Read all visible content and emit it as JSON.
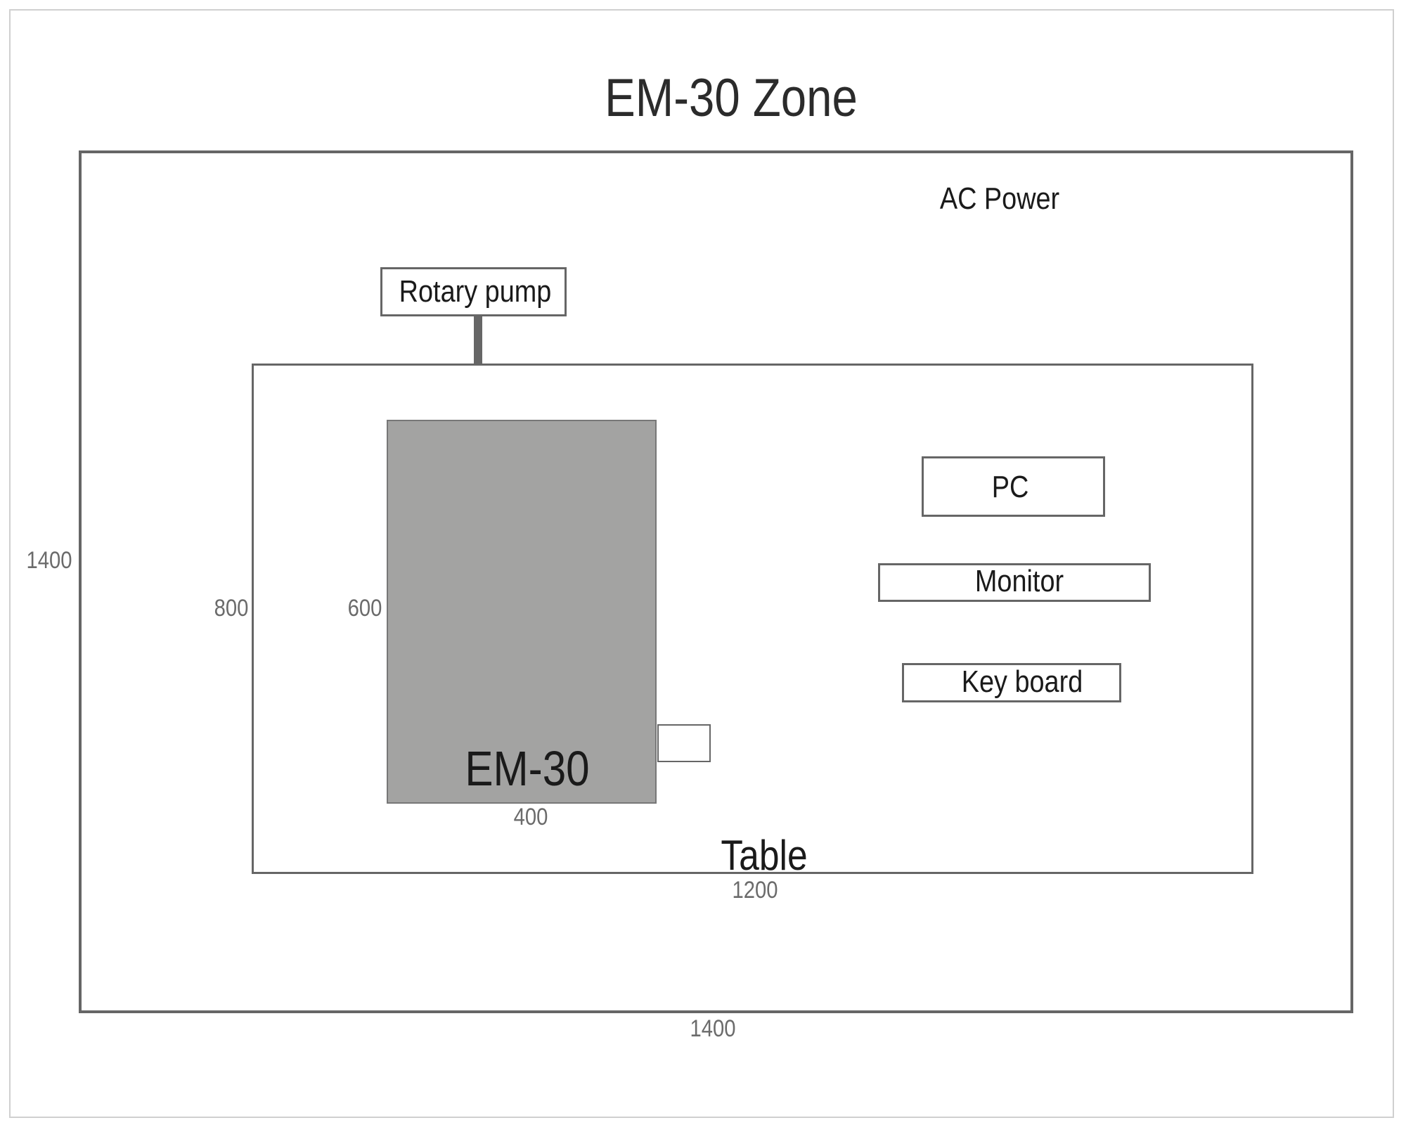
{
  "title": "EM-30 Zone",
  "zone": {
    "width_label": "1400",
    "height_label": "1400"
  },
  "ac_power": "AC Power",
  "rotary_pump": "Rotary pump",
  "table": {
    "label": "Table",
    "width_label": "1200",
    "height_label": "800"
  },
  "em30": {
    "label": "EM-30",
    "width_label": "400",
    "height_label": "600",
    "fill": "#a3a3a2"
  },
  "pc": "PC",
  "monitor": "Monitor",
  "keyboard": "Key board"
}
